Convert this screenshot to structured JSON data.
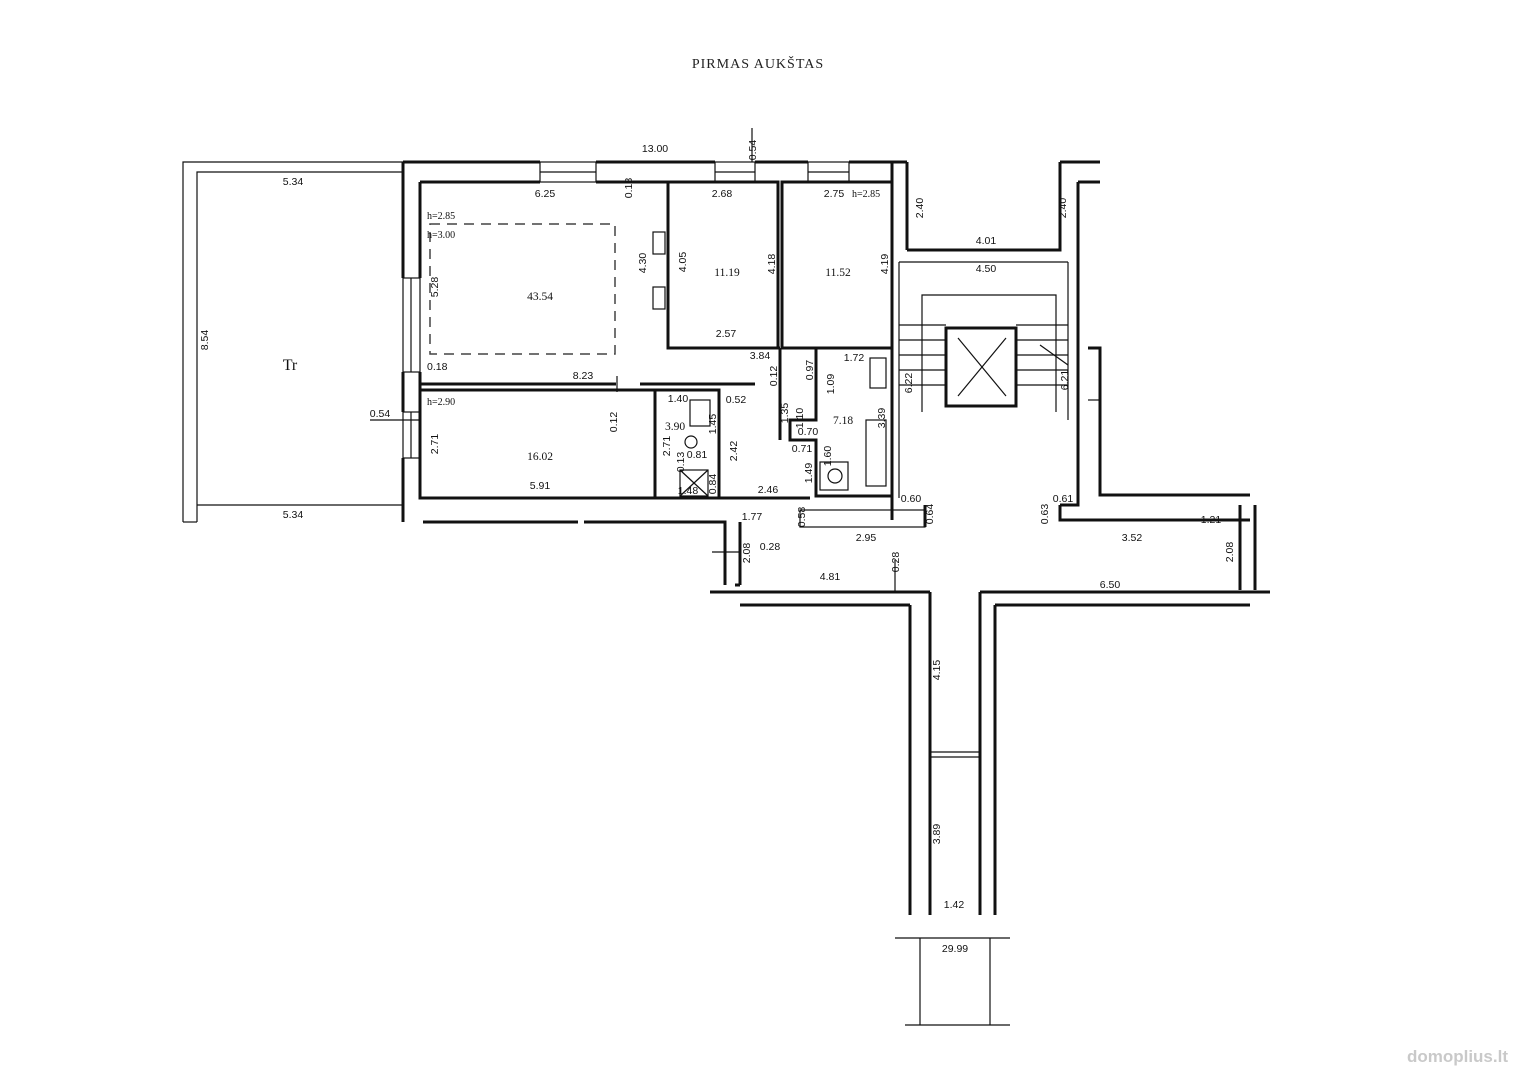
{
  "title": "PIRMAS AUKŠTAS",
  "terrace_label": "Tr",
  "watermark": "domoplius.lt",
  "rooms": {
    "living": "43.54",
    "bedroom_a": "11.19",
    "bedroom_b": "11.52",
    "bedroom_c": "16.02",
    "bath": "7.18",
    "wc": "3.90"
  },
  "heights": {
    "living_a": "h=2.85",
    "living_b": "h=3.00",
    "bedroom_b": "h=2.85",
    "bedroom_c": "h=2.90"
  },
  "dims": {
    "total_width": "13.00",
    "wall_054_top": "0.54",
    "terrace_top": "5.34",
    "terrace_bottom": "5.34",
    "terrace_height": "8.54",
    "living_width": "6.25",
    "wall_018_a": "0.18",
    "wall_018_b": "0.18",
    "living_height": "5.28",
    "living_depth": "4.30",
    "bedroom_a_top": "2.68",
    "bedroom_a_left": "4.05",
    "bedroom_a_right": "4.18",
    "bedroom_a_bottom": "2.57",
    "bedroom_b_top": "2.75",
    "bedroom_b_right": "4.19",
    "stair_left": "2.40",
    "stair_right": "2.40",
    "stair_width_a": "4.01",
    "stair_width_b": "4.50",
    "stair_side_a": "6.22",
    "stair_side_b": "6.21",
    "hall_384": "3.84",
    "wall_012_a": "0.12",
    "wall_012_b": "0.12",
    "bath_top": "1.72",
    "bath_097": "0.97",
    "bath_109": "1.09",
    "bath_339": "3.39",
    "bath_135": "1.35",
    "bath_110": "1.10",
    "bath_070": "0.70",
    "bath_071": "0.71",
    "bath_160": "1.60",
    "bath_149": "1.49",
    "corridor_823": "8.23",
    "wall_054_left": "0.54",
    "bedroom_c_height": "2.71",
    "bedroom_c_width": "5.91",
    "wc_140": "1.40",
    "wc_052": "0.52",
    "wc_271": "2.71",
    "wc_145": "1.45",
    "wc_013": "0.13",
    "wc_081": "0.81",
    "wc_148": "1.48",
    "wc_084": "0.84",
    "hall_242": "2.42",
    "hall_246": "2.46",
    "dim_060": "0.60",
    "dim_064": "0.64",
    "dim_061": "0.61",
    "dim_063": "0.63",
    "dim_177": "1.77",
    "dim_058": "0.58",
    "dim_295": "2.95",
    "dim_352": "3.52",
    "dim_121": "1.21",
    "dim_208_a": "2.08",
    "dim_208_b": "2.08",
    "dim_028_a": "0.28",
    "dim_028_b": "0.28",
    "dim_481": "4.81",
    "dim_650": "6.50",
    "dim_415": "4.15",
    "dim_389": "3.89",
    "dim_142": "1.42",
    "total_area": "29.99"
  }
}
